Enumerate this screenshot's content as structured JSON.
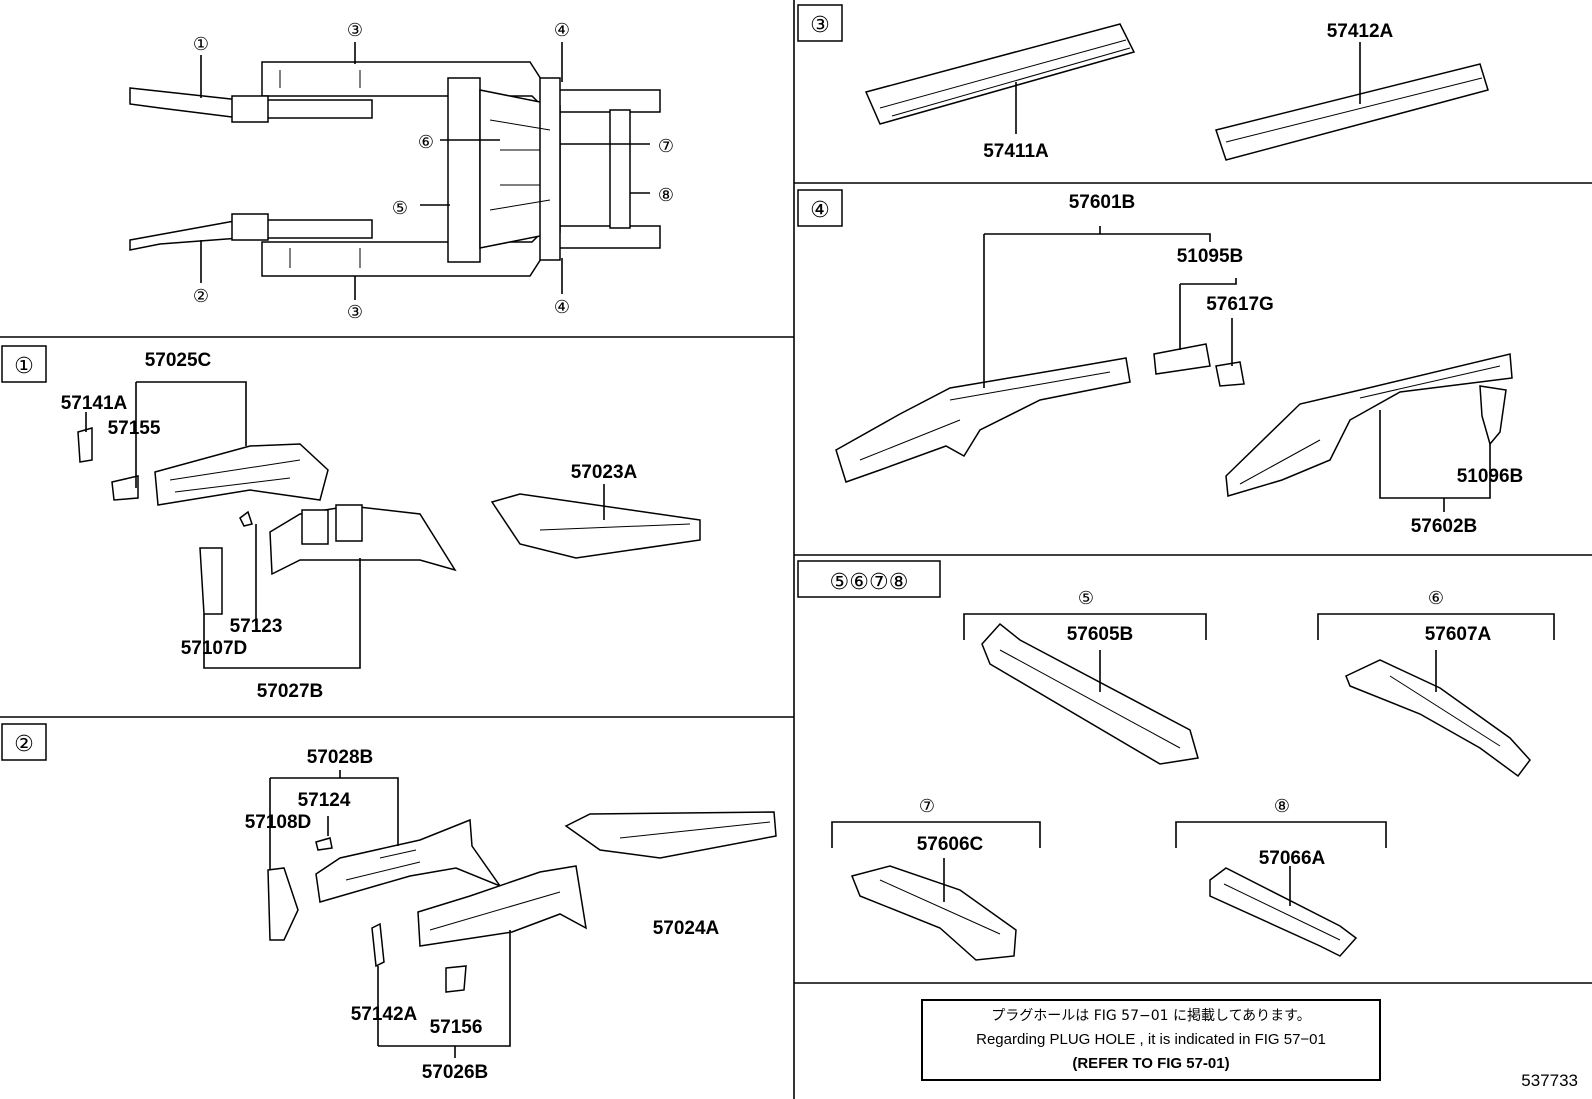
{
  "overview": {
    "callouts": [
      "①",
      "②",
      "③",
      "③",
      "④",
      "④",
      "⑤",
      "⑥",
      "⑦",
      "⑧"
    ]
  },
  "sections": {
    "s1": {
      "tag": "①",
      "labels": [
        "57025C",
        "57141A",
        "57155",
        "57023A",
        "57123",
        "57107D",
        "57027B"
      ]
    },
    "s2": {
      "tag": "②",
      "labels": [
        "57028B",
        "57124",
        "57108D",
        "57024A",
        "57142A",
        "57156",
        "57026B"
      ]
    },
    "s3": {
      "tag": "③",
      "labels": [
        "57412A",
        "57411A"
      ]
    },
    "s4": {
      "tag": "④",
      "labels": [
        "57601B",
        "51095B",
        "57617G",
        "51096B",
        "57602B"
      ]
    },
    "s5": {
      "tag": "⑤⑥⑦⑧",
      "callouts": [
        "⑤",
        "⑥",
        "⑦",
        "⑧"
      ],
      "labels": [
        "57605B",
        "57607A",
        "57606C",
        "57066A"
      ]
    }
  },
  "note": {
    "line1": "プラグホールは FIG 57−01 に掲載してあります。",
    "line2": "Regarding  PLUG  HOLE , it is indicated in FIG  57−01",
    "line3": "(REFER TO FIG 57-01)"
  },
  "figure_number": "537733"
}
